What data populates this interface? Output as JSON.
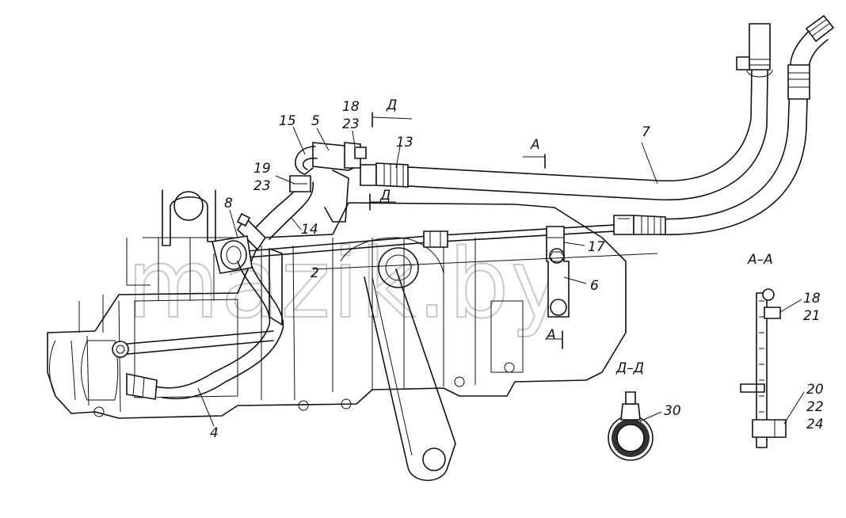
{
  "watermark": "mazik.by",
  "callouts": {
    "c15": "15",
    "c5": "5",
    "c18a": "18",
    "c23a": "23",
    "c19": "19",
    "c23b": "23",
    "c13": "13",
    "c7": "7",
    "c8": "8",
    "c14": "14",
    "c17": "17",
    "c2": "2",
    "c6": "6",
    "c4": "4",
    "c30": "30",
    "c18b": "18",
    "c21": "21",
    "c20": "20",
    "c22": "22",
    "c24": "24"
  },
  "section_marks": {
    "d_top": "Д",
    "d_bottom": "Д",
    "a_top": "А",
    "a_bottom": "А"
  },
  "section_titles": {
    "aa": "А–А",
    "dd": "Д–Д"
  }
}
